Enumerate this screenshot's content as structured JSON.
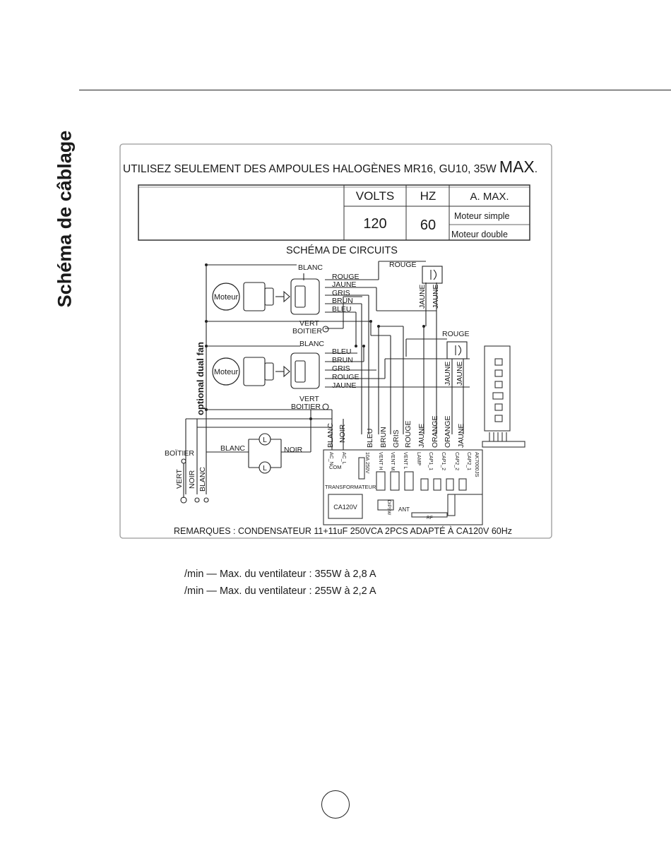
{
  "page": {
    "side_title": "Schéma de câblage",
    "notes": [
      "/min — Max. du ventilateur : 355W à 2,8 A",
      "/min — Max. du ventilateur : 255W à 2,2 A"
    ]
  },
  "diagram": {
    "header": {
      "warning_text": "UTILISEZ SEULEMENT DES AMPOULES HALOGÈNES MR16, GU10, 35W ",
      "warning_max": "MAX",
      "warning_end": "."
    },
    "spec_table": {
      "col_volts": "VOLTS",
      "col_hz": "HZ",
      "col_amax": "A. MAX.",
      "volts": "120",
      "hz": "60",
      "motor_single": "Moteur simple",
      "motor_double": "Moteur double"
    },
    "circuit_title": "SCHÉMA DE CIRCUITS",
    "motor_label": "Moteur",
    "dual_fan_label": "optional dual fan",
    "wires": {
      "blanc": "BLANC",
      "rouge": "ROUGE",
      "jaune": "JAUNE",
      "gris": "GRIS",
      "brun": "BRUN",
      "bleu": "BLEU",
      "vert": "VERT",
      "boitier": "BOITIER",
      "boitier_accent": "BOÏTIER",
      "noir": "NOIR",
      "orange": "ORANGE"
    },
    "board": {
      "ac_n": "AC_N",
      "ac_l": "AC_L",
      "com": "COM",
      "fuse": "10A 250V",
      "vent_h": "VENT H",
      "vent_m": "VENT M",
      "vent_l": "VENT L",
      "lamp": "LAMP",
      "cap1_1": "CAP1_1",
      "cap1_2": "CAP1_2",
      "cap2_2": "CAP2_2",
      "cap2_1": "CAP2_1",
      "transformer": "TRANSFORMATEUR",
      "ca120v": "CA120V",
      "dipsw": "DIPSW",
      "ant": "ANT",
      "rf": "RF",
      "model": "AK7000JS"
    },
    "remarks": "REMARQUES : CONDENSATEUR  11+11uF  250VCA  2PCS ADAPTÉ À CA120V 60Hz"
  }
}
